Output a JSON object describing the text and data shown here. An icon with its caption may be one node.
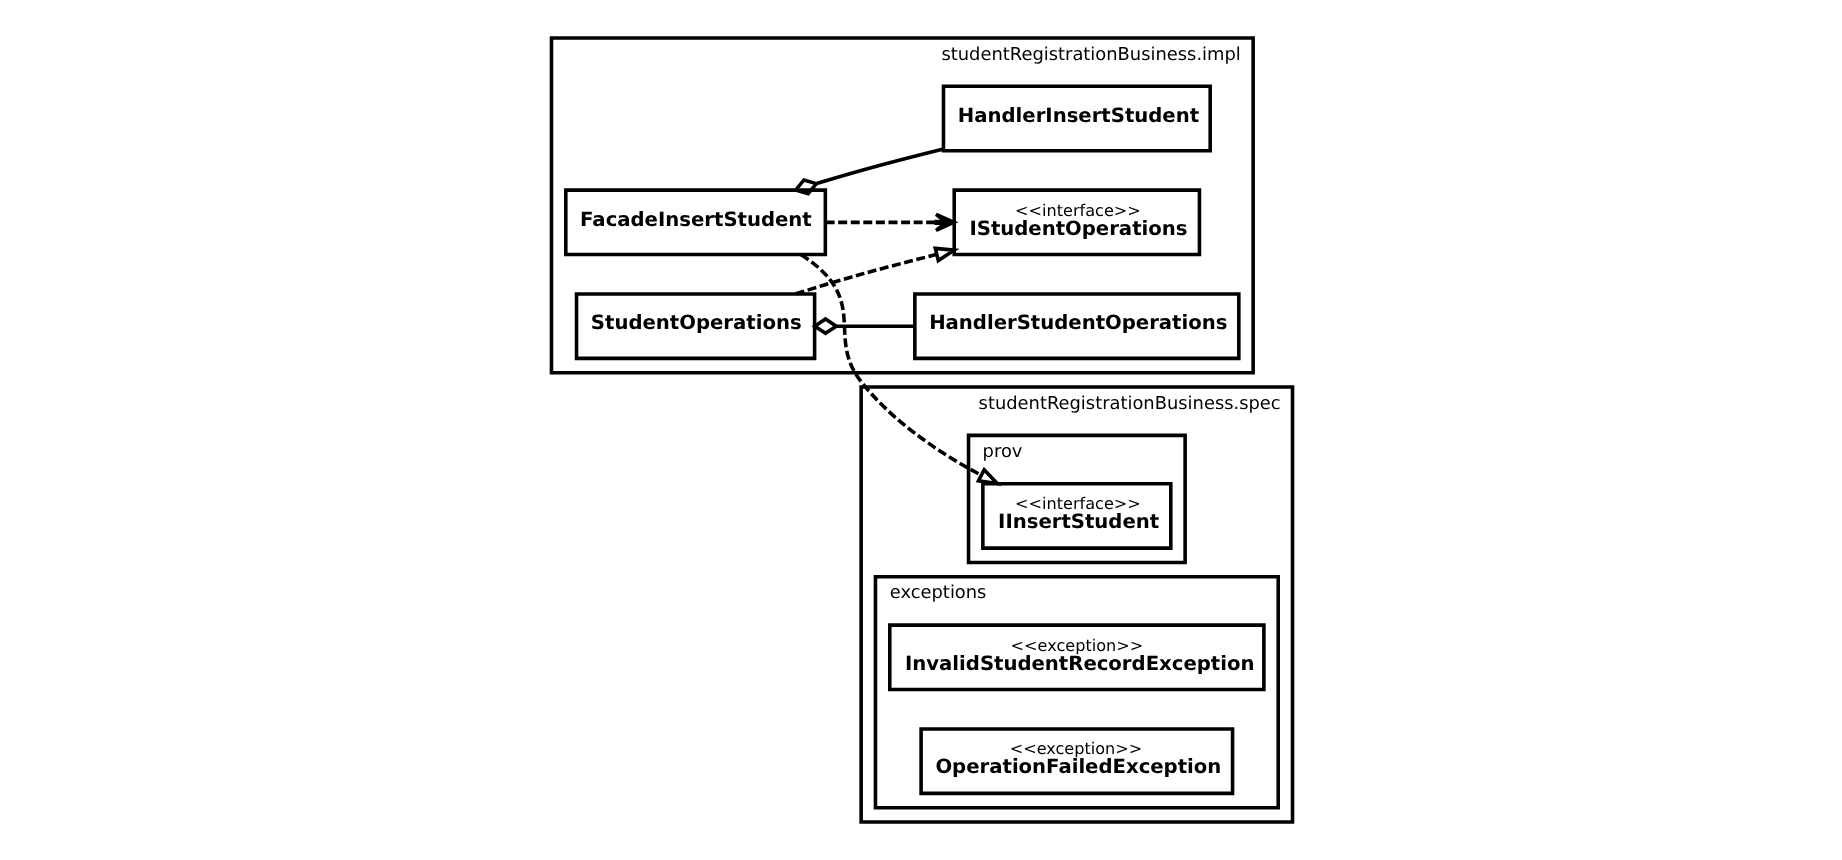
{
  "diagram": {
    "nodes": [
      {
        "text": [
          "studentRegistrationBusiness.spec"
        ]
      },
      {
        "text": [
          "prov"
        ],
        "in": 0
      },
      {
        "text": [
          "<<interface>>",
          "IInsertStudent"
        ],
        "in": 1
      },
      {
        "text": [
          "exceptions"
        ],
        "in": 0
      },
      {
        "text": [
          "<<exception>>",
          "InvalidStudentRecordException"
        ],
        "in": 3
      },
      {
        "text": [
          "<<exception>>",
          "OperationFailedException"
        ],
        "in": 3
      },
      {
        "text": [
          "studentRegistrationBusiness.impl"
        ]
      },
      {
        "text": [
          "FacadeInsertStudent"
        ],
        "in": 6
      },
      {
        "text": [
          "HandlerInsertStudent"
        ],
        "in": 6
      },
      {
        "text": [
          "StudentOperations"
        ],
        "in": 6
      },
      {
        "text": [
          "HandlerStudentOperations"
        ],
        "in": 6
      },
      {
        "text": [
          "<<interface>>",
          "IStudentOperations"
        ],
        "in": 6
      }
    ],
    "edges": [
      {
        "from": 7,
        "to": 2,
        "arrow": "to",
        "style": "dashed"
      },
      {
        "from": 7,
        "to": 8,
        "arrow": "other"
      },
      {
        "from": 7,
        "to": 11,
        "arrow": "to",
        "style": "dashed"
      },
      {
        "from": 9,
        "to": 11,
        "arrow": "to",
        "style": "dashed"
      },
      {
        "from": 9,
        "to": 10,
        "arrow": "other"
      }
    ]
  }
}
